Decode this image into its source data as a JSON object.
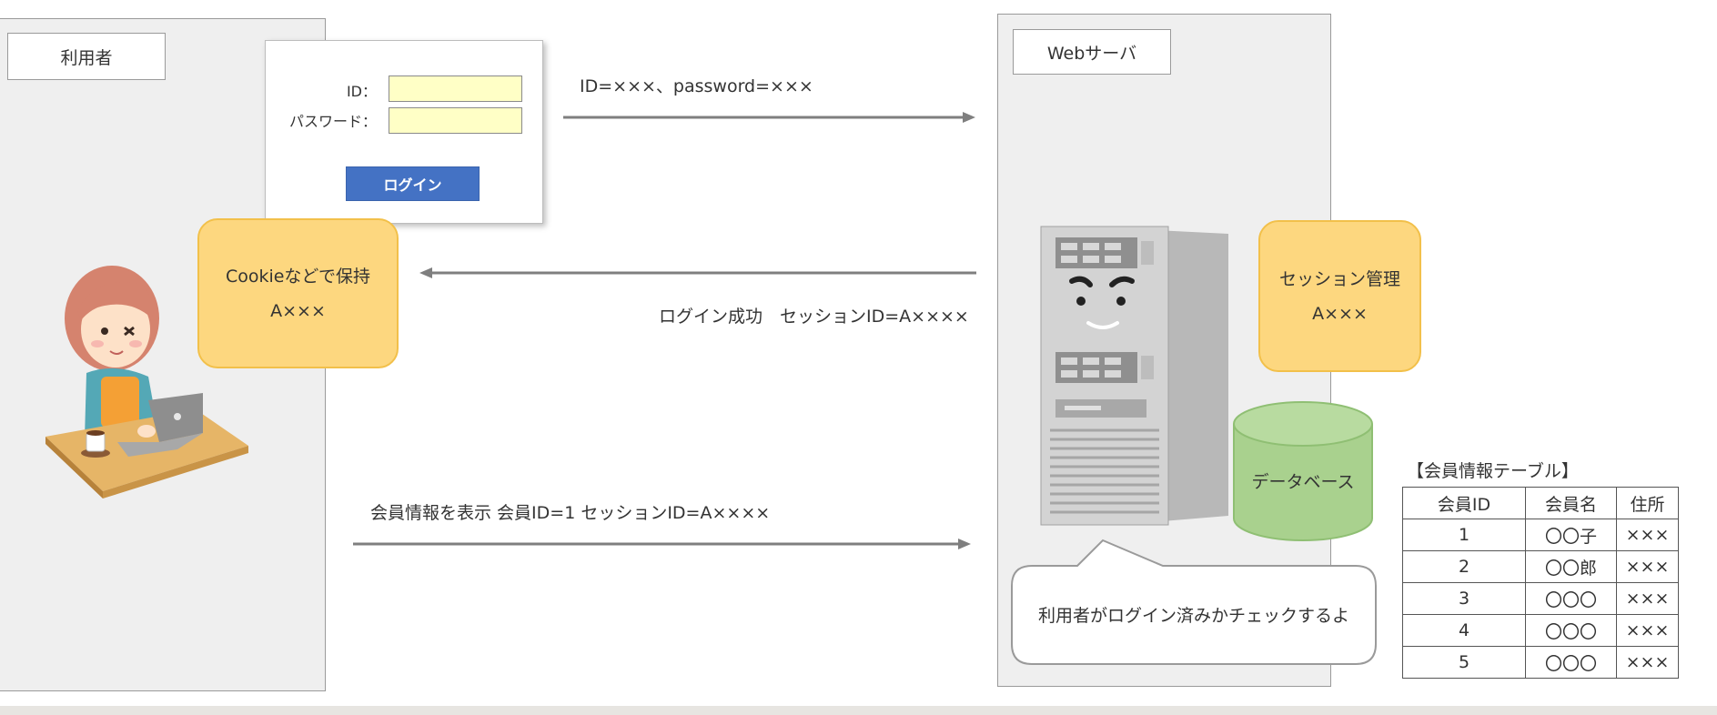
{
  "user_panel": {
    "title": "利用者"
  },
  "login_form": {
    "id_label": "ID：",
    "password_label": "パスワード：",
    "login_button": "ログイン"
  },
  "cookie_note": {
    "line1": "Cookieなどで保持",
    "line2": "A×××"
  },
  "server_panel": {
    "title": "Webサーバ"
  },
  "session_note": {
    "line1": "セッション管理",
    "line2": "A×××"
  },
  "database": {
    "label": "データベース"
  },
  "speech_bubble": {
    "text": "利用者がログイン済みかチェックするよ"
  },
  "messages": {
    "request_login": "ID=×××、password=×××",
    "login_response": "ログイン成功　セッションID=A××××",
    "member_request": "会員情報を表示 会員ID=1 セッションID=A××××"
  },
  "member_table": {
    "caption": "【会員情報テーブル】",
    "headers": [
      "会員ID",
      "会員名",
      "住所"
    ],
    "rows": [
      [
        "1",
        "〇〇子",
        "×××"
      ],
      [
        "2",
        "〇〇郎",
        "×××"
      ],
      [
        "3",
        "〇〇〇",
        "×××"
      ],
      [
        "4",
        "〇〇〇",
        "×××"
      ],
      [
        "5",
        "〇〇〇",
        "×××"
      ]
    ]
  },
  "colors": {
    "note_fill": "#fdd77f",
    "database_fill": "#a9d18e",
    "login_button": "#4472c4",
    "input_fill": "#ffffc6"
  }
}
